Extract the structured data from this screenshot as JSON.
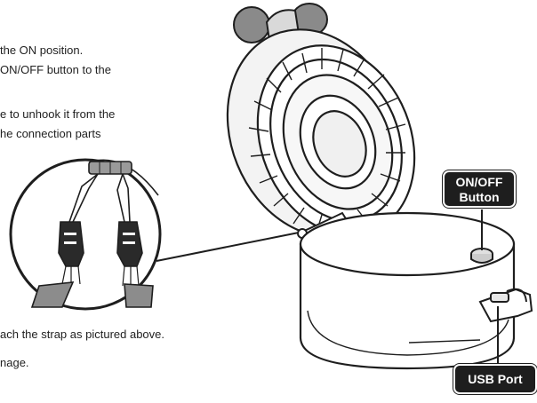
{
  "instructions": {
    "line1": "the ON position.",
    "line2": "ON/OFF button to the",
    "line3": "e to unhook it from the",
    "line4": "he connection parts",
    "line5": "ach the strap as pictured above.",
    "line6": "nage."
  },
  "callouts": {
    "onoff_line1": "ON/OFF",
    "onoff_line2": "Button",
    "usb": "USB Port"
  },
  "colors": {
    "ink": "#1e1e1e",
    "fan_light": "#f2f2f2",
    "strap_fabric": "#8c8c8c",
    "roller_gray": "#9a9a9a"
  }
}
